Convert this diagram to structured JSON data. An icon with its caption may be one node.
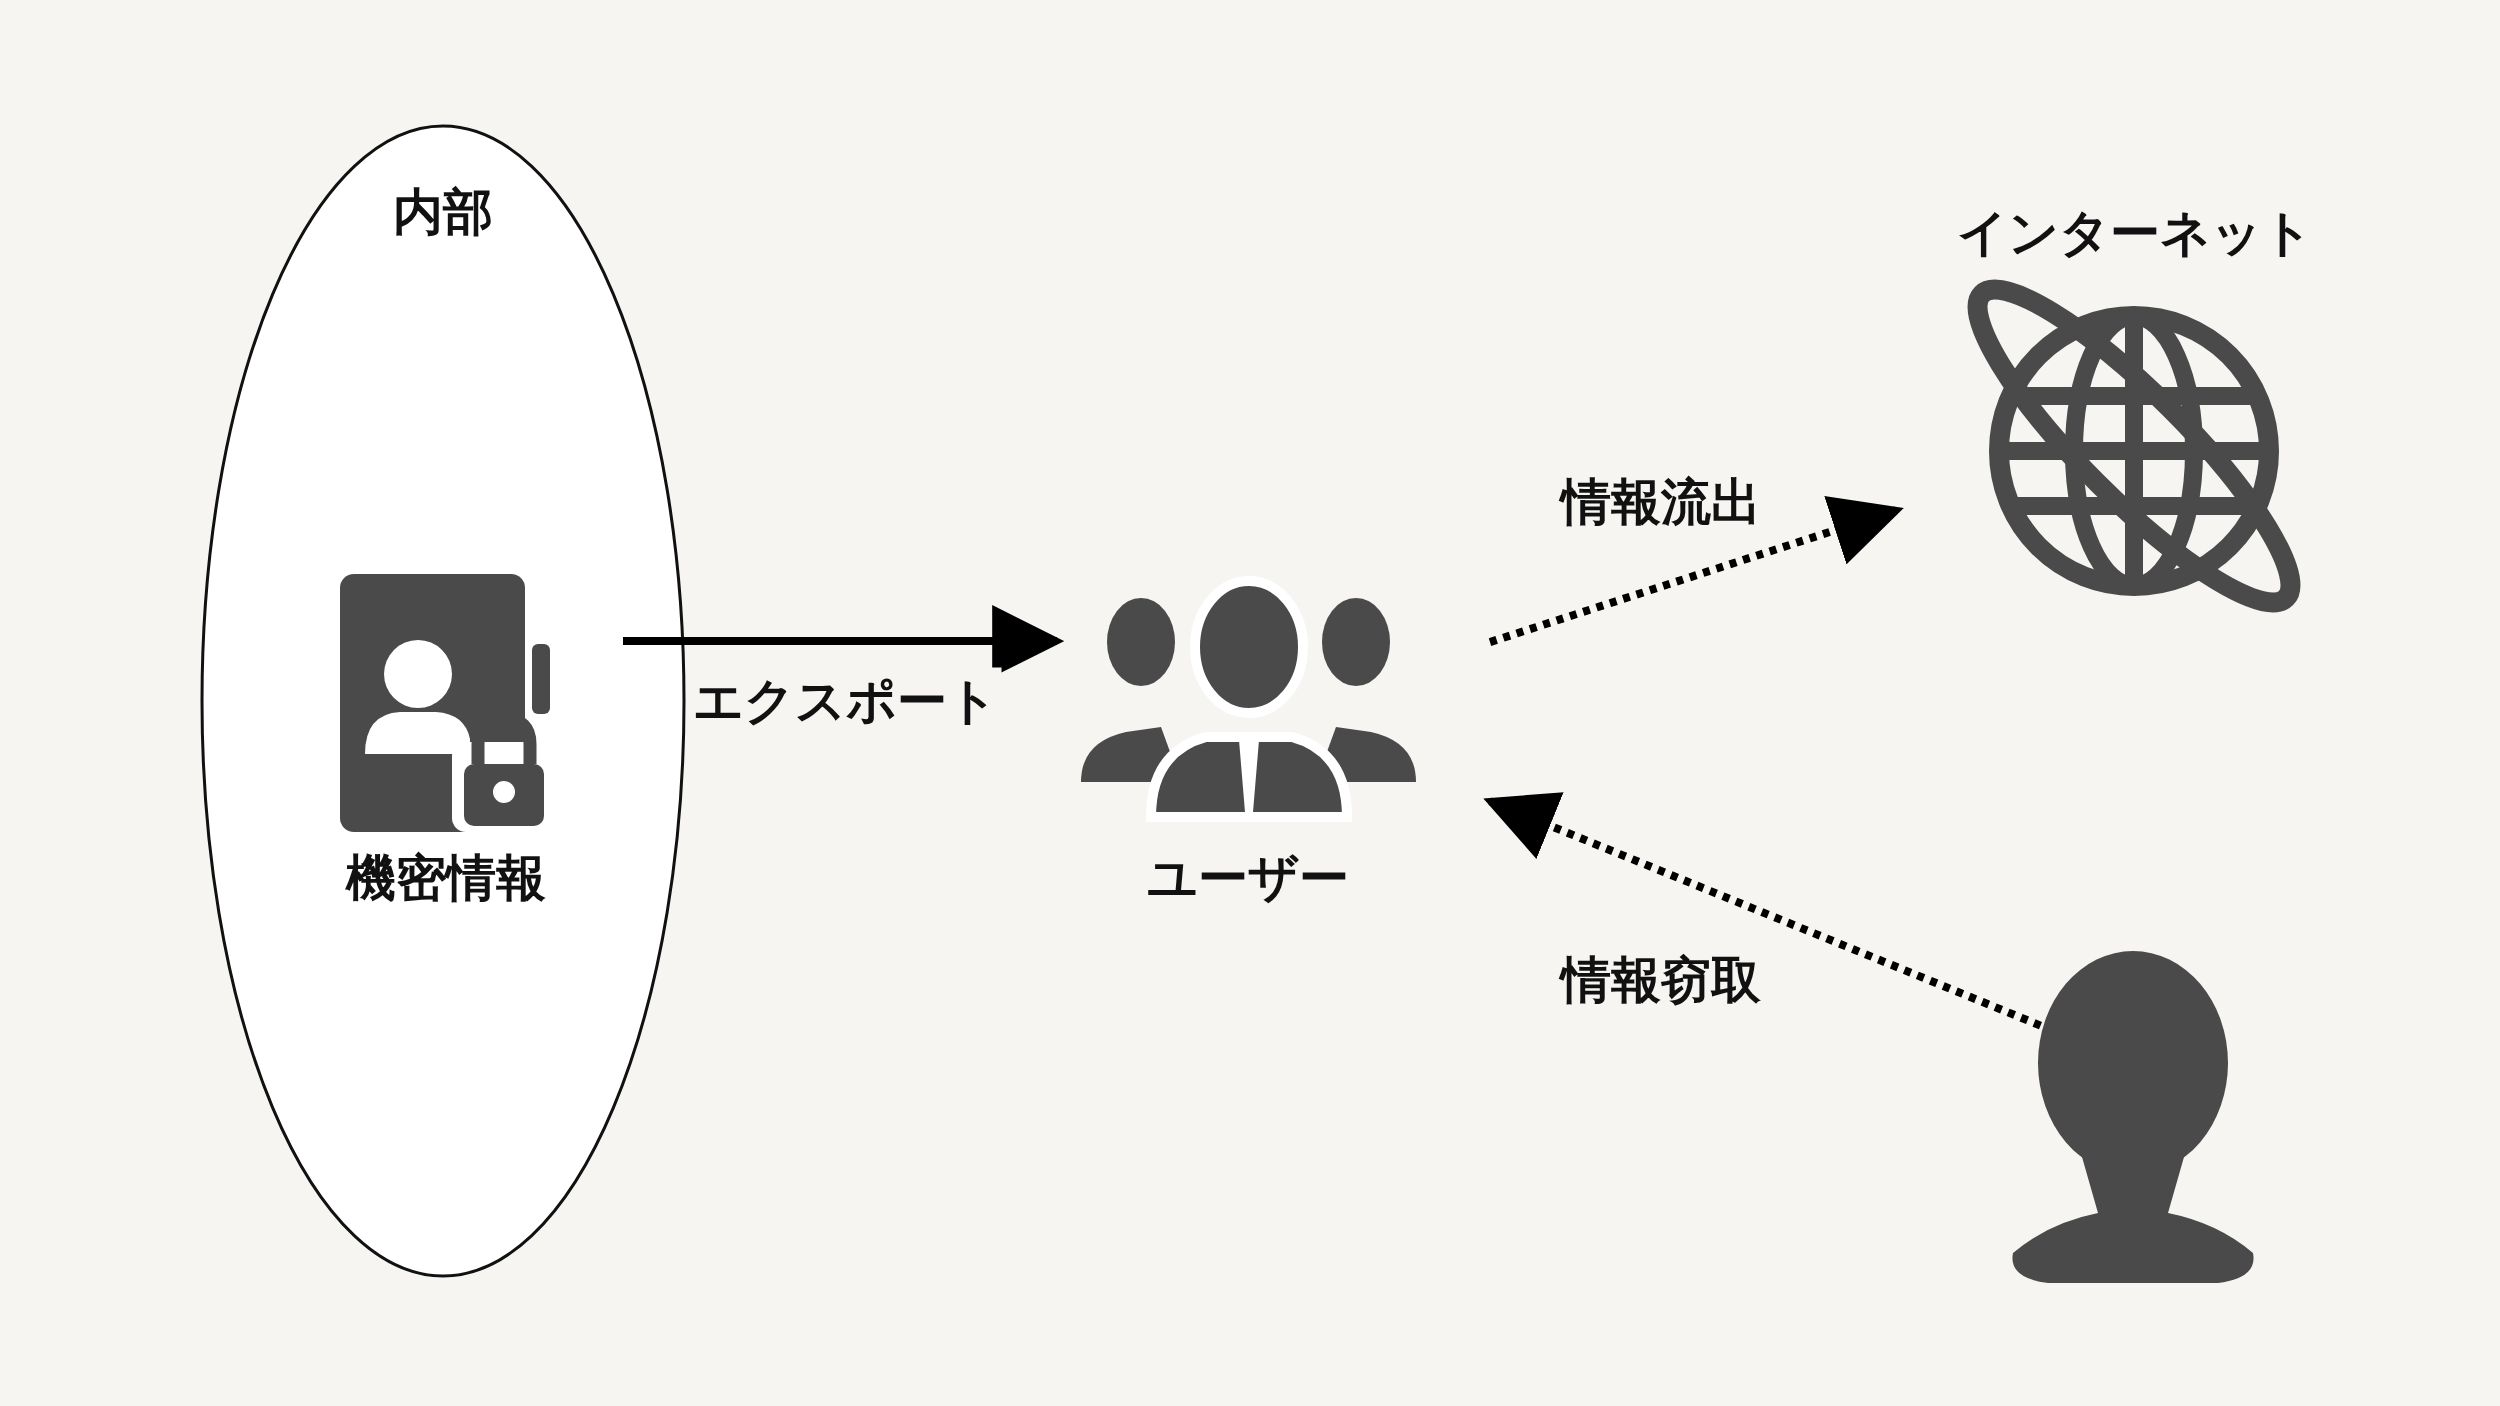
{
  "diagram": {
    "nodes": [
      {
        "text": [
          "内部"
        ]
      },
      {
        "text": [
          "機密情報"
        ],
        "in": 0
      },
      {
        "text": [
          "ユーザー"
        ]
      },
      {
        "text": [
          "インターネット"
        ]
      },
      {
        "text": [],
        "shape": "person"
      }
    ],
    "edges": [
      {
        "from": 1,
        "to": 2,
        "arrow": "to",
        "label": "エクスポート"
      },
      {
        "from": 2,
        "to": 3,
        "arrow": "to",
        "label": "情報流出",
        "style": "dashed"
      },
      {
        "from": 4,
        "to": 2,
        "arrow": "to",
        "label": "情報窃取",
        "style": "dashed"
      }
    ]
  }
}
